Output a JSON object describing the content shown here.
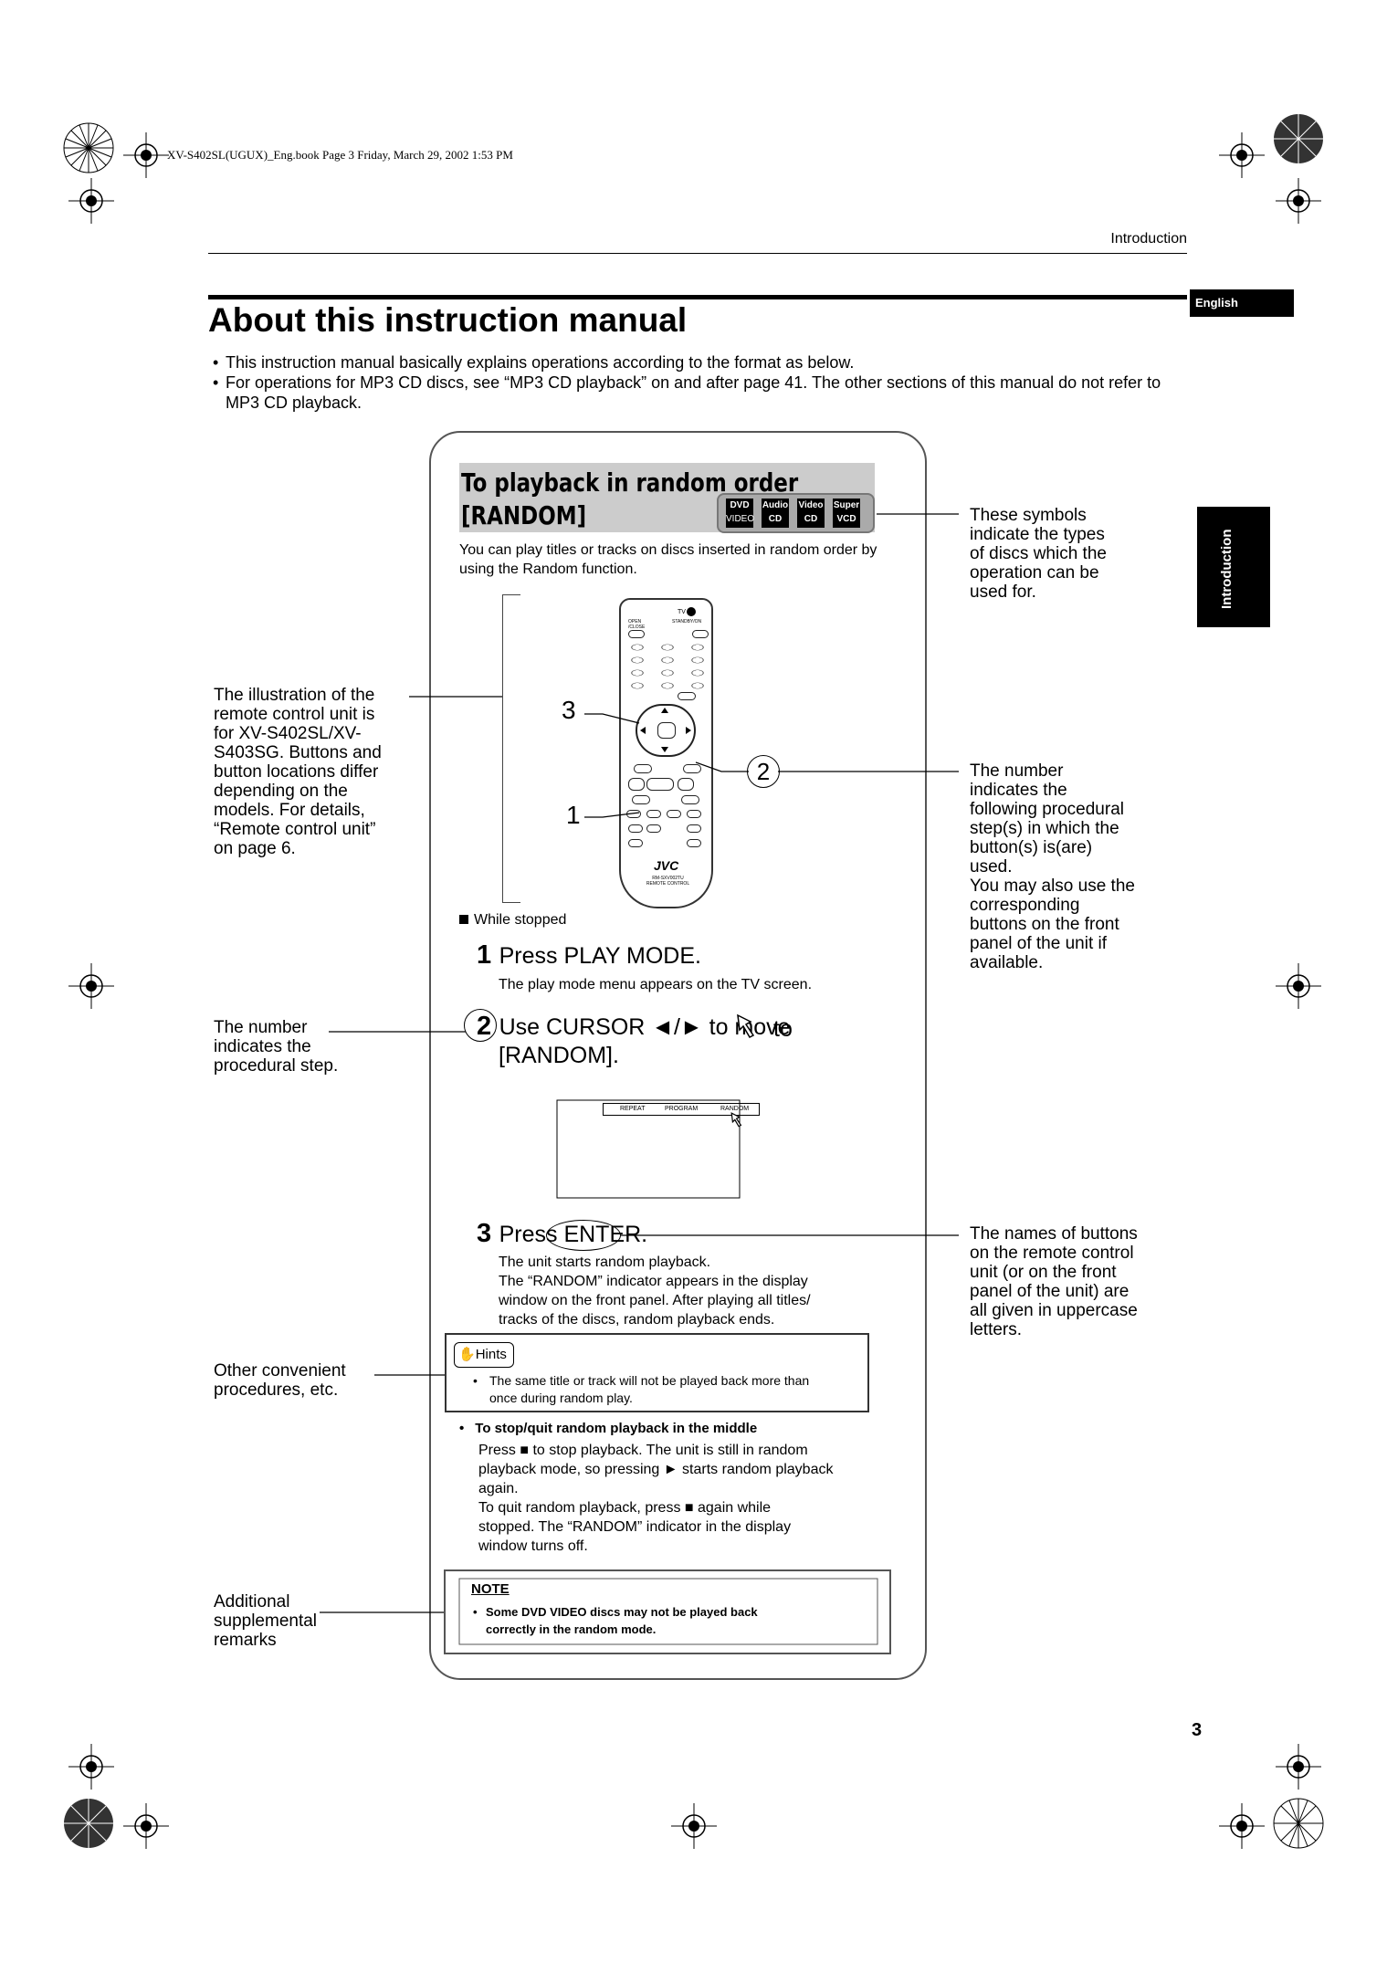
{
  "print_header": "XV-S402SL(UGUX)_Eng.book  Page 3  Friday, March 29, 2002  1:53 PM",
  "section_header": "Introduction",
  "language_tab": "English",
  "side_tab": "Introduction",
  "title": "About this instruction manual",
  "intro_bullets": [
    "This instruction manual basically explains operations according to the format as below.",
    "For operations for MP3 CD discs, see “MP3 CD playback” on and after page 41. The other sections of this manual do not refer to MP3 CD playback."
  ],
  "sample": {
    "heading_line1": "To playback  in random order",
    "heading_line2": "[RANDOM]",
    "disc_icons": [
      {
        "top": "DVD",
        "bottom": "VIDEO"
      },
      {
        "top": "Audio",
        "bottom": "CD"
      },
      {
        "top": "Video",
        "bottom": "CD"
      },
      {
        "top": "Super",
        "bottom": "VCD"
      }
    ],
    "description": "You can play titles or tracks on discs inserted in random order by using the Random function.",
    "remote_numbers": {
      "n3": "3",
      "n2": "2",
      "n1": "1"
    },
    "remote": {
      "brand": "JVC",
      "model_line1": "RM-SXV002TU",
      "model_line2": "REMOTE CONTROL",
      "tv_label": "TV",
      "open_close": "OPEN /CLOSE",
      "standby_on": "STANDBY/ON"
    },
    "while_stopped": "While stopped",
    "steps": [
      {
        "num": "1",
        "text": "Press PLAY MODE.",
        "detail": "The play mode menu appears on the TV screen."
      },
      {
        "num": "2",
        "text_a": "Use CURSOR ◄/► to move",
        "text_b": "to",
        "text_c": "[RANDOM]."
      },
      {
        "num": "3",
        "text": "Press ENTER.",
        "detail_lines": [
          "The unit starts random playback.",
          "The “RANDOM” indicator appears in the display",
          "window on the front panel. After playing all titles/",
          "tracks of the discs, random playback ends."
        ]
      }
    ],
    "screen_menu": [
      "REPEAT",
      "PROGRAM",
      "RANDOM"
    ],
    "hints_label": "Hints",
    "hint_lines": [
      "The same title or track will not be played back more than",
      "once during random play."
    ],
    "stop_heading": "To stop/quit random playback in the middle",
    "stop_lines": [
      "Press ■ to stop playback. The unit is still in random",
      "playback mode, so pressing ► starts random playback",
      "again.",
      "To quit random playback, press ■ again while",
      "stopped.  The “RANDOM” indicator in the display",
      "window turns off."
    ],
    "note_label": "NOTE",
    "note_lines": [
      "Some DVD VIDEO discs may not be played back",
      "correctly in the random mode."
    ]
  },
  "left_callouts": {
    "illustration": [
      "The illustration  of the",
      "remote control unit is",
      "for XV-S402SL/XV-",
      "S403SG. Buttons and",
      "button locations differ",
      "depending on the",
      "models. For details,",
      "“Remote control unit”",
      "on page 6."
    ],
    "step_number": [
      "The number",
      "indicates the",
      "procedural step."
    ],
    "hints": [
      "Other convenient",
      "procedures, etc."
    ],
    "note": [
      "Additional",
      "supplemental",
      "remarks"
    ]
  },
  "right_callouts": {
    "symbols": [
      "These symbols",
      "indicate the types",
      "of discs which the",
      "operation can be",
      "used for."
    ],
    "number": [
      "The number",
      "indicates the",
      "following procedural",
      "step(s) in which the",
      "button(s) is(are)",
      "used.",
      "You may also use the",
      "corresponding",
      "buttons on the front",
      "panel of the unit if",
      "available."
    ],
    "names": [
      "The names of buttons",
      "on the remote control",
      "unit (or on the front",
      "panel of the unit) are",
      "all given in uppercase",
      "letters."
    ]
  },
  "page_number": "3"
}
